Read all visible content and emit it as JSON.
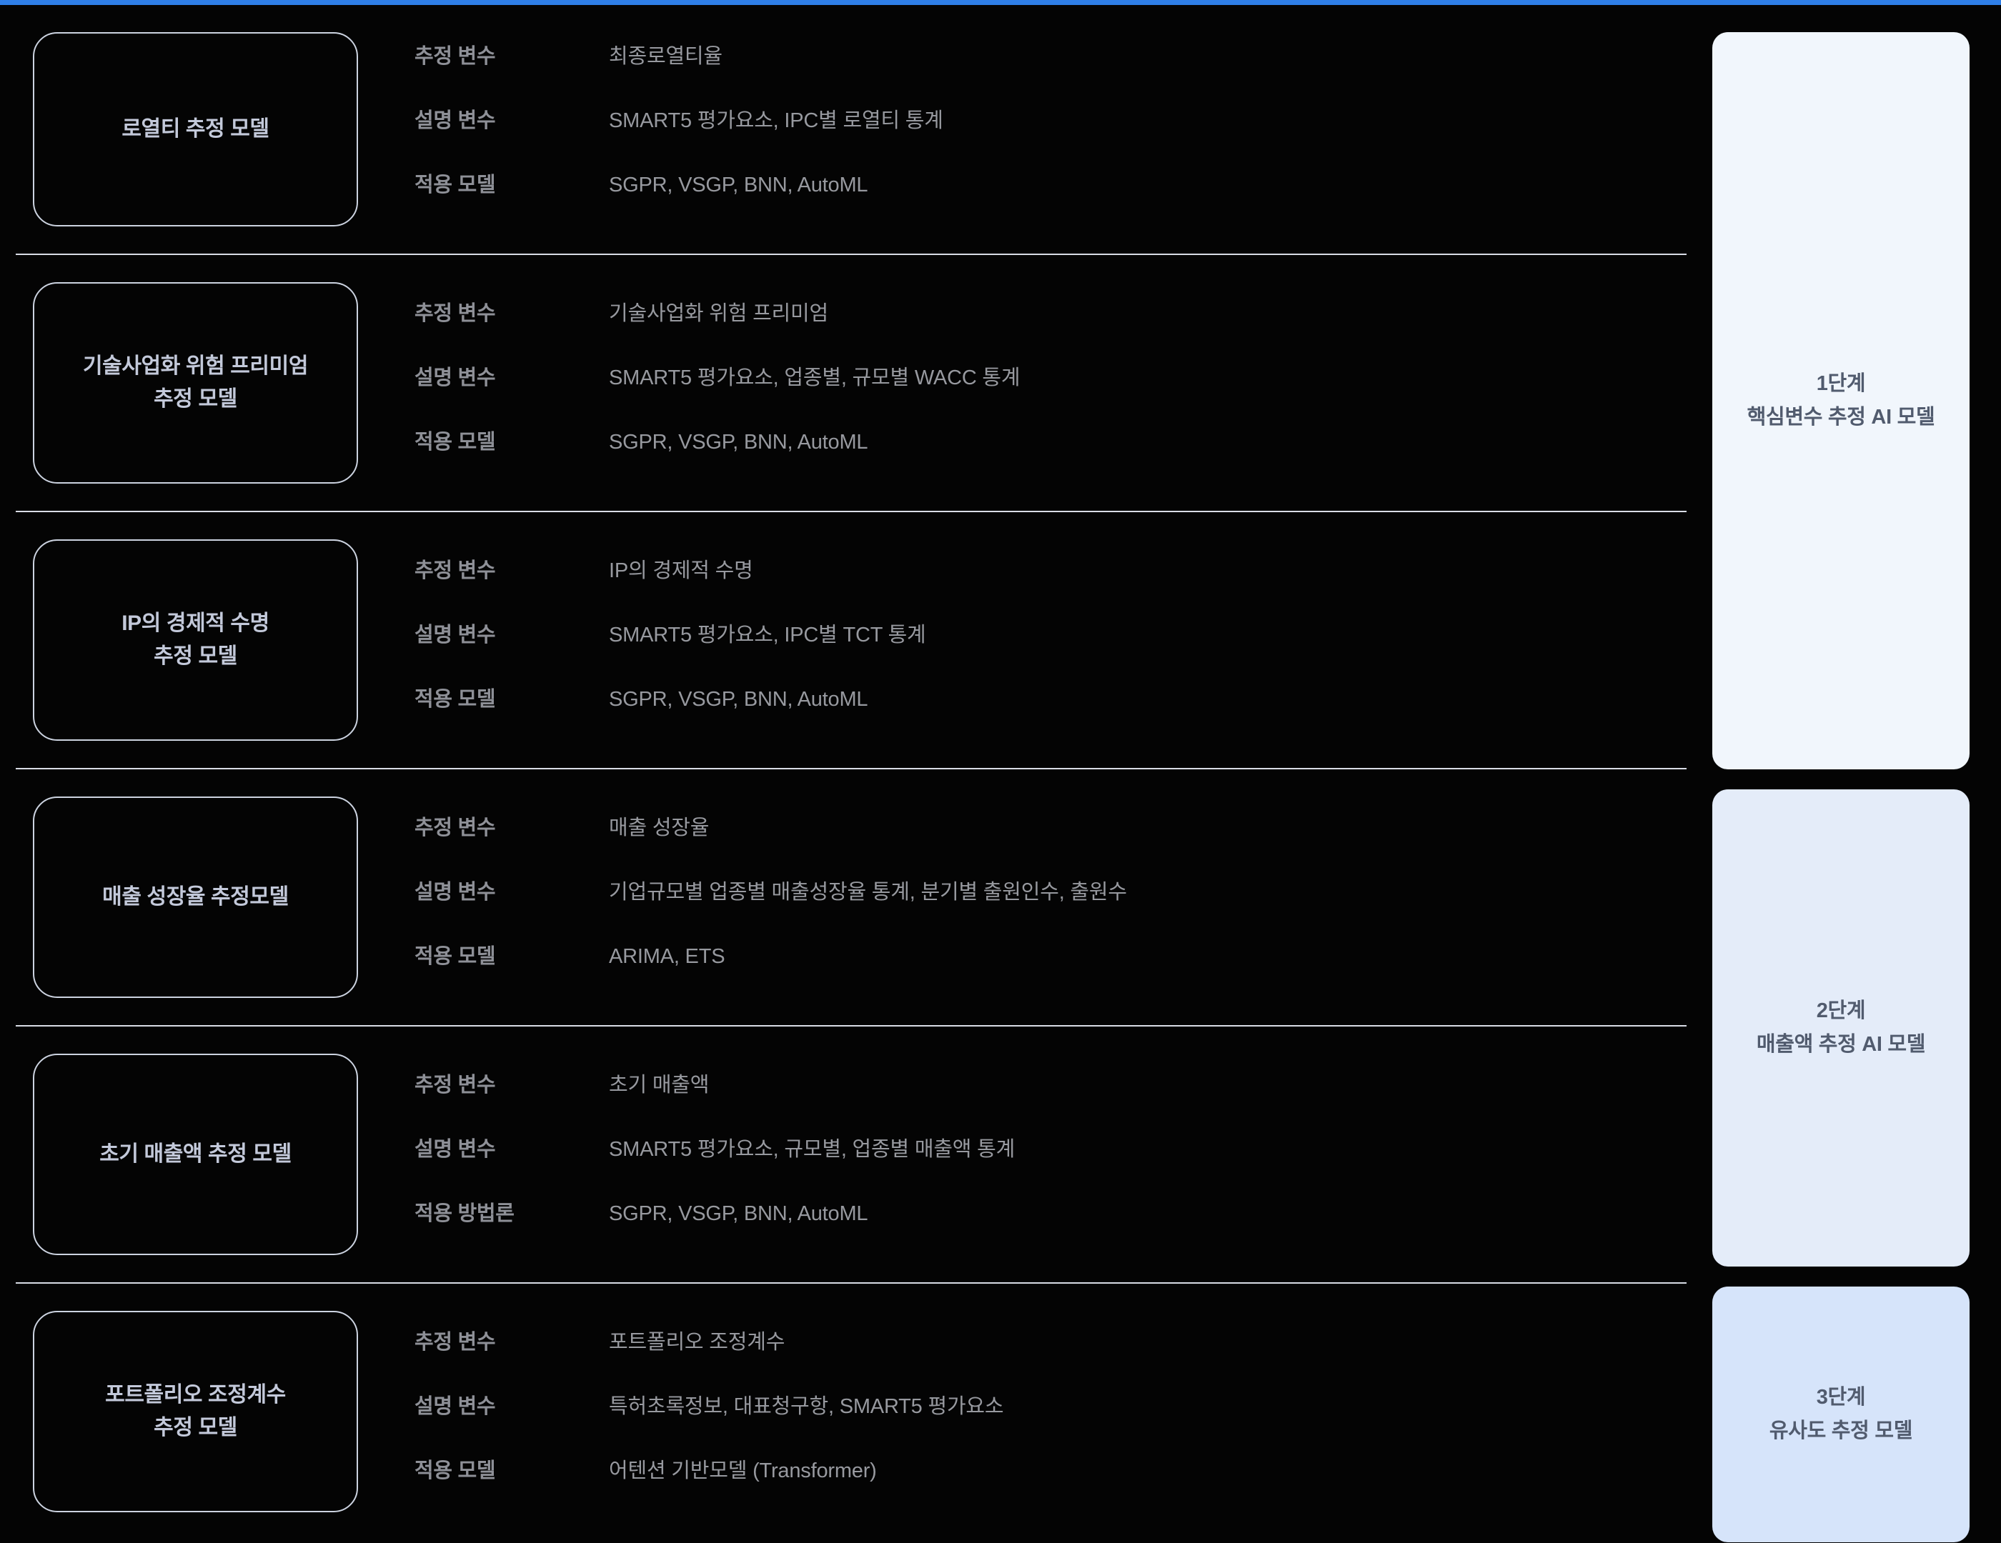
{
  "accent_color": "#2f7fe8",
  "background_color": "#040404",
  "card_border_color": "#ccd3e0",
  "card_label_color": "#c3c9da",
  "spec_key_color": "#8e9097",
  "spec_value_color": "#97999f",
  "divider_color": "#d9dde6",
  "rows": [
    {
      "card_label": "로열티 추정 모델",
      "specs": [
        {
          "key": "추정 변수",
          "value": "최종로열티율"
        },
        {
          "key": "설명 변수",
          "value": "SMART5 평가요소, IPC별 로열티 통계"
        },
        {
          "key": "적용 모델",
          "value": "SGPR, VSGP, BNN,  AutoML"
        }
      ]
    },
    {
      "card_label": "기술사업화 위험 프리미엄\n추정 모델",
      "specs": [
        {
          "key": "추정 변수",
          "value": "기술사업화 위험 프리미엄"
        },
        {
          "key": "설명 변수",
          "value": "SMART5 평가요소, 업종별, 규모별 WACC 통계"
        },
        {
          "key": "적용 모델",
          "value": "SGPR, VSGP, BNN,  AutoML"
        }
      ]
    },
    {
      "card_label": "IP의 경제적 수명\n추정 모델",
      "specs": [
        {
          "key": "추정 변수",
          "value": "IP의 경제적 수명"
        },
        {
          "key": "설명 변수",
          "value": "SMART5 평가요소, IPC별 TCT 통계"
        },
        {
          "key": "적용 모델",
          "value": "SGPR, VSGP, BNN, AutoML"
        }
      ]
    },
    {
      "card_label": "매출 성장율 추정모델",
      "specs": [
        {
          "key": "추정 변수",
          "value": "매출 성장율"
        },
        {
          "key": "설명 변수",
          "value": "기업규모별 업종별 매출성장율 통계, 분기별 출원인수, 출원수"
        },
        {
          "key": "적용 모델",
          "value": "ARIMA, ETS"
        }
      ]
    },
    {
      "card_label": "초기 매출액 추정 모델",
      "specs": [
        {
          "key": "추정 변수",
          "value": "초기 매출액"
        },
        {
          "key": "설명 변수",
          "value": "SMART5 평가요소, 규모별, 업종별 매출액 통계"
        },
        {
          "key": "적용 방법론",
          "value": "SGPR, VSGP, BNN, AutoML"
        }
      ]
    },
    {
      "card_label": "포트폴리오 조정계수\n추정 모델",
      "specs": [
        {
          "key": "추정 변수",
          "value": "포트폴리오 조정계수"
        },
        {
          "key": "설명 변수",
          "value": "특허초록정보, 대표청구항, SMART5 평가요소"
        },
        {
          "key": "적용 모델",
          "value": "어텐션 기반모델 (Transformer)"
        }
      ]
    }
  ],
  "stages": [
    {
      "number_label": "1단계",
      "name_label": "핵심변수 추정 AI 모델",
      "background_color": "#f1f6fc"
    },
    {
      "number_label": "2단계",
      "name_label": "매출액 추정 AI 모델",
      "background_color": "#e4ecf9"
    },
    {
      "number_label": "3단계",
      "name_label": "유사도 추정 모델",
      "background_color": "#d6e4fa"
    }
  ]
}
